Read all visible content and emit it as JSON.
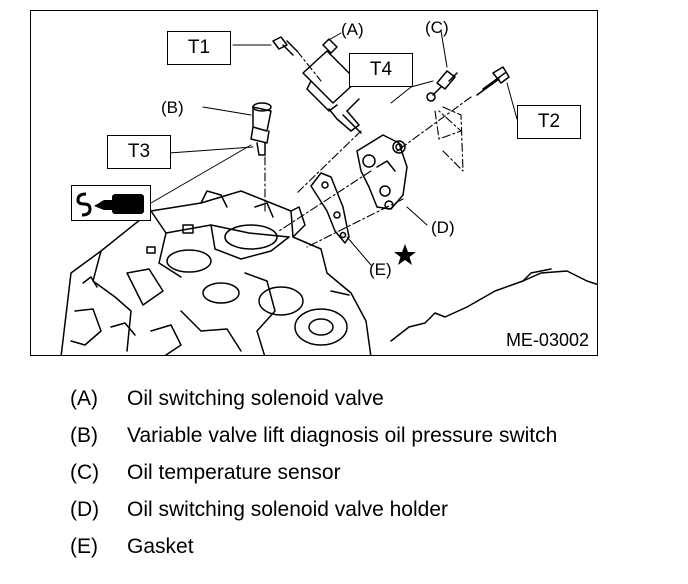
{
  "figure": {
    "id_label": "ME-03002",
    "torque_labels": {
      "t1": "T1",
      "t2": "T2",
      "t3": "T3",
      "t4": "T4"
    },
    "callouts": {
      "a": "(A)",
      "b": "(B)",
      "c": "(C)",
      "d": "(D)",
      "e": "(E)"
    },
    "icons": [
      "sealant-icon",
      "star-icon"
    ]
  },
  "legend": [
    {
      "key": "(A)",
      "text": "Oil switching solenoid valve"
    },
    {
      "key": "(B)",
      "text": "Variable valve lift diagnosis oil pressure switch"
    },
    {
      "key": "(C)",
      "text": "Oil temperature sensor"
    },
    {
      "key": "(D)",
      "text": "Oil switching solenoid valve holder"
    },
    {
      "key": "(E)",
      "text": "Gasket"
    }
  ]
}
